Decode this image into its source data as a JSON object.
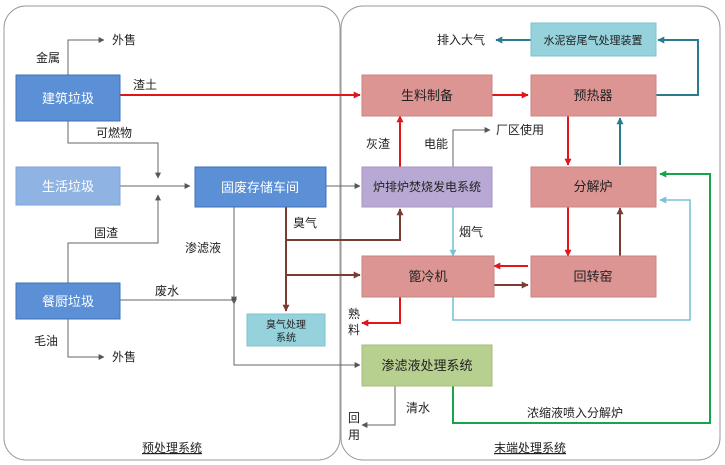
{
  "panels": {
    "pre": "预处理系统",
    "end": "末端处理系统"
  },
  "nodes": {
    "construction": "建筑垃圾",
    "household": "生活垃圾",
    "kitchen": "餐厨垃圾",
    "storage": "固废存储车间",
    "odor_line1": "臭气处理",
    "odor_line2": "系统",
    "raw_meal": "生料制备",
    "incin": "炉排炉焚烧发电系统",
    "cooler": "篦冷机",
    "leachate": "渗滤液处理系统",
    "kiln_tail": "水泥窑尾气处理装置",
    "preheater": "预热器",
    "calciner": "分解炉",
    "rotary": "回转窑"
  },
  "labels": {
    "metal": "金属",
    "sell_top": "外售",
    "slag_soil": "渣土",
    "combustibles": "可燃物",
    "solid_residue": "固渣",
    "wastewater": "废水",
    "waste_oil": "毛油",
    "sell_bottom": "外售",
    "odor": "臭气",
    "leachate_liquid": "渗滤液",
    "ash": "灰渣",
    "power": "电能",
    "plant_use": "厂区使用",
    "flue_gas": "烟气",
    "clinker_1": "熟",
    "clinker_2": "料",
    "clean_water": "清水",
    "reuse_1": "回",
    "reuse_2": "用",
    "concentrate": "浓缩液喷入分解炉",
    "emission": "排入大气"
  },
  "colors": {
    "blue_box": "#5b8fd6",
    "light_blue_box": "#8fb4e3",
    "salmon_box": "#dc9592",
    "lavender_box": "#b7a8d4",
    "green_box": "#b7cf8f",
    "cyan_box": "#96d2dc",
    "red_arrow": "#e0161b",
    "brown_arrow": "#7a3b32",
    "teal_arrow": "#2a7b8e",
    "lightblue_arrow": "#79c3d6",
    "green_arrow": "#18a44a",
    "gray_arrow": "#7a7a7a"
  }
}
